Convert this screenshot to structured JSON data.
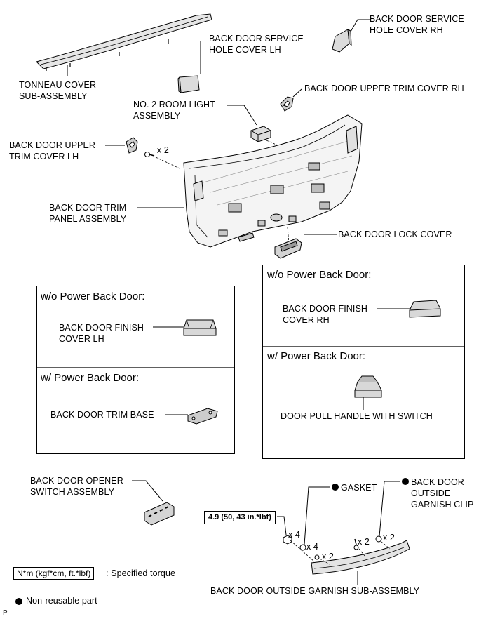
{
  "labels": {
    "tonneau": [
      "TONNEAU COVER",
      "SUB-ASSEMBLY"
    ],
    "hole_lh": [
      "BACK DOOR SERVICE",
      "HOLE COVER LH"
    ],
    "hole_rh": [
      "BACK DOOR SERVICE",
      "HOLE COVER RH"
    ],
    "upper_rh": "BACK DOOR UPPER TRIM COVER RH",
    "room_light": [
      "NO. 2 ROOM LIGHT",
      "ASSEMBLY"
    ],
    "upper_lh": [
      "BACK DOOR UPPER",
      "TRIM COVER LH"
    ],
    "qty_x2": "x 2",
    "trim_panel": [
      "BACK DOOR TRIM",
      "PANEL ASSEMBLY"
    ],
    "lock_cover": "BACK DOOR LOCK COVER",
    "opener": [
      "BACK DOOR OPENER",
      "SWITCH ASSEMBLY"
    ],
    "gasket": "GASKET",
    "garnish_clip": [
      "BACK DOOR",
      "OUTSIDE",
      "GARNISH CLIP"
    ],
    "qty_x4_a": "x 4",
    "qty_x4_b": "x 4",
    "qty_x2_a": "x 2",
    "qty_x2_b": "x 2",
    "qty_x2_c": "x 2",
    "garnish": "BACK DOOR OUTSIDE GARNISH SUB-ASSEMBLY",
    "corner": "P"
  },
  "boxes": {
    "left_top_title": "w/o Power Back Door:",
    "left_top_part": [
      "BACK DOOR FINISH",
      "COVER LH"
    ],
    "left_bottom_title": "w/ Power Back Door:",
    "left_bottom_part": "BACK DOOR TRIM BASE",
    "right_top_title": "w/o Power Back Door:",
    "right_top_part": [
      "BACK DOOR FINISH",
      "COVER RH"
    ],
    "right_bottom_title": "w/ Power Back Door:",
    "right_bottom_part": "DOOR PULL HANDLE WITH SWITCH"
  },
  "torque": "4.9 (50, 43 in.*lbf)",
  "legend": {
    "torque_key": "N*m (kgf*cm, ft.*lbf)",
    "torque_desc": ": Specified torque",
    "nonreusable": "Non-reusable part"
  }
}
